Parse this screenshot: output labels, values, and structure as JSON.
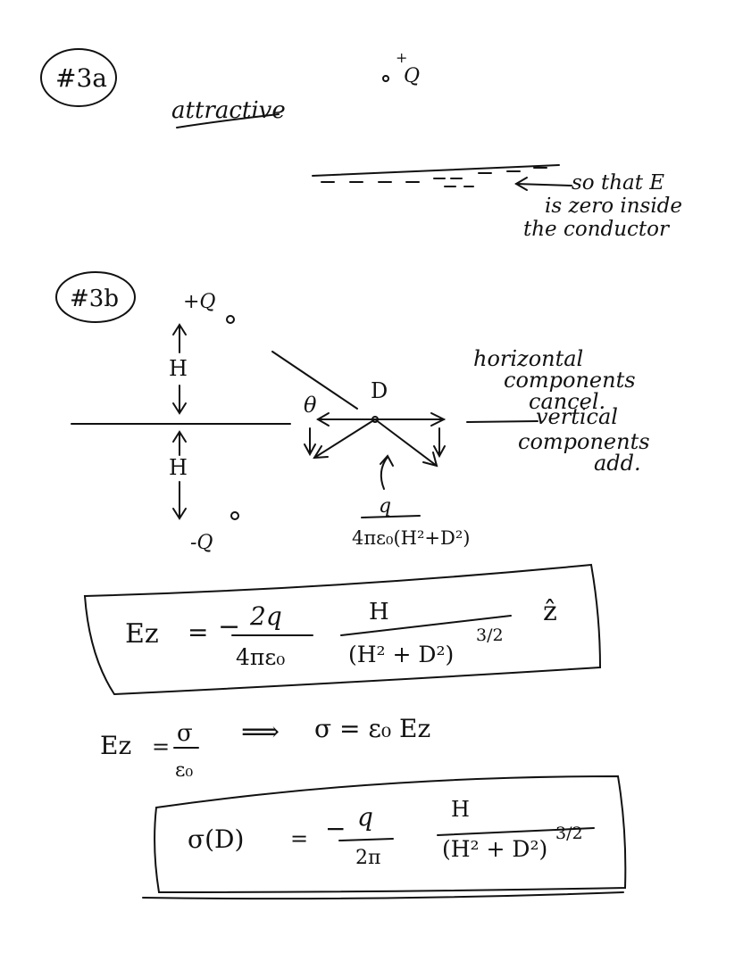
{
  "part_a": {
    "label": "#3a",
    "charge_sign": "+",
    "charge_letter": "Q",
    "answer": "attractive",
    "note_line1": "so that E",
    "note_line2": "is zero inside",
    "note_line3": "the conductor"
  },
  "part_b": {
    "label": "#3b",
    "top_charge": "+Q",
    "bottom_charge": "-Q",
    "h_upper": "H",
    "h_lower": "H",
    "d_label": "D",
    "theta_label": "θ",
    "note_line1": "horizontal",
    "note_line2": "components",
    "note_line3": "cancel.",
    "note_line4": "vertical",
    "note_line5": "components",
    "note_line6": "add.",
    "field_num": "q",
    "field_den": "4πε₀(H²+D²)"
  },
  "eq1": {
    "lhs": "Ez",
    "equals": "=",
    "num1": "2q",
    "minus": "−",
    "den1": "4πε₀",
    "num2": "H",
    "den2": "(H² + D²)",
    "exp": "3/2",
    "unit": "ẑ"
  },
  "eq2": {
    "lhs": "Ez",
    "equals": "=",
    "num": "σ",
    "den": "ε₀",
    "implies": "⟹",
    "rhs": "σ  =  ε₀ Ez"
  },
  "eq3": {
    "lhs": "σ(D)",
    "equals": "=",
    "minus": "−",
    "num1": "q",
    "den1": "2π",
    "num2": "H",
    "den2": "(H² + D²)",
    "exp": "3/2"
  }
}
